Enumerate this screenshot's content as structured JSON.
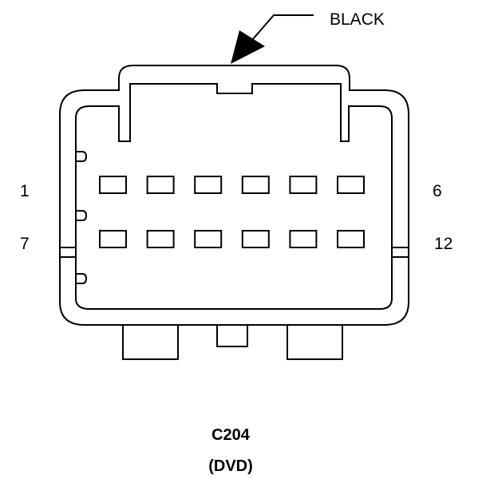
{
  "connector": {
    "id": "C204",
    "subtitle": "(DVD)",
    "color_label": "BLACK"
  },
  "pin_labels": {
    "row1_left": "1",
    "row1_right": "6",
    "row2_left": "7",
    "row2_right": "12"
  },
  "layout": {
    "rows": 2,
    "pins_per_row": 6
  },
  "colors": {
    "line": "#000000",
    "background": "#ffffff"
  }
}
